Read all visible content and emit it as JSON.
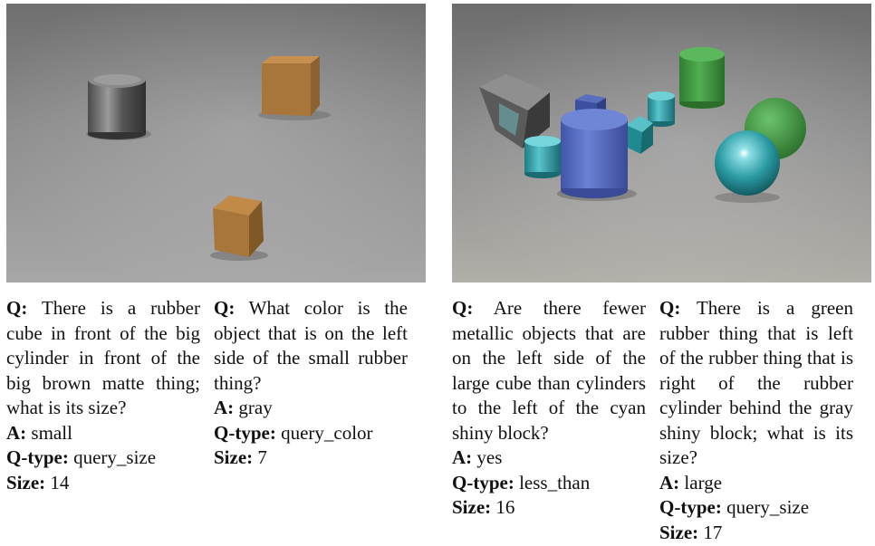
{
  "labels": {
    "q": "Q:",
    "a": "A:",
    "qtype": "Q-type:",
    "size": "Size:"
  },
  "examples": [
    {
      "question": "There is a rubber cube in front of the big cylinder in front of the big brown matte thing; what is its size?",
      "answer": "small",
      "qtype": "query_size",
      "size": "14"
    },
    {
      "question": "What color is the object that is on the left side of the small rubber thing?",
      "answer": "gray",
      "qtype": "query_color",
      "size": "7"
    },
    {
      "question": "Are there fewer metallic objects that are on the left side of the large cube than cylinders to the left of the cyan shiny block?",
      "answer": "yes",
      "qtype": "less_than",
      "size": "16"
    },
    {
      "question": "There is a green rubber thing that is left of the rubber thing that is right of the rubber cylinder behind the gray shiny block; what is its size?",
      "answer": "large",
      "qtype": "query_size",
      "size": "17"
    }
  ],
  "scenes": {
    "left": [
      "gray metal cylinder",
      "brown rubber cube (large)",
      "brown rubber cube (small)"
    ],
    "right": [
      "gray metal cube",
      "blue rubber cylinder",
      "green rubber cylinder",
      "green rubber sphere",
      "cyan metal sphere",
      "cyan metal cylinders",
      "cyan metal cube",
      "blue rubber cube"
    ]
  },
  "colors": {
    "gray_metal": "#6e6e6e",
    "brown": "#a8763a",
    "blue": "#5a72c8",
    "green": "#3f9a3f",
    "cyan": "#2fa0a8"
  }
}
